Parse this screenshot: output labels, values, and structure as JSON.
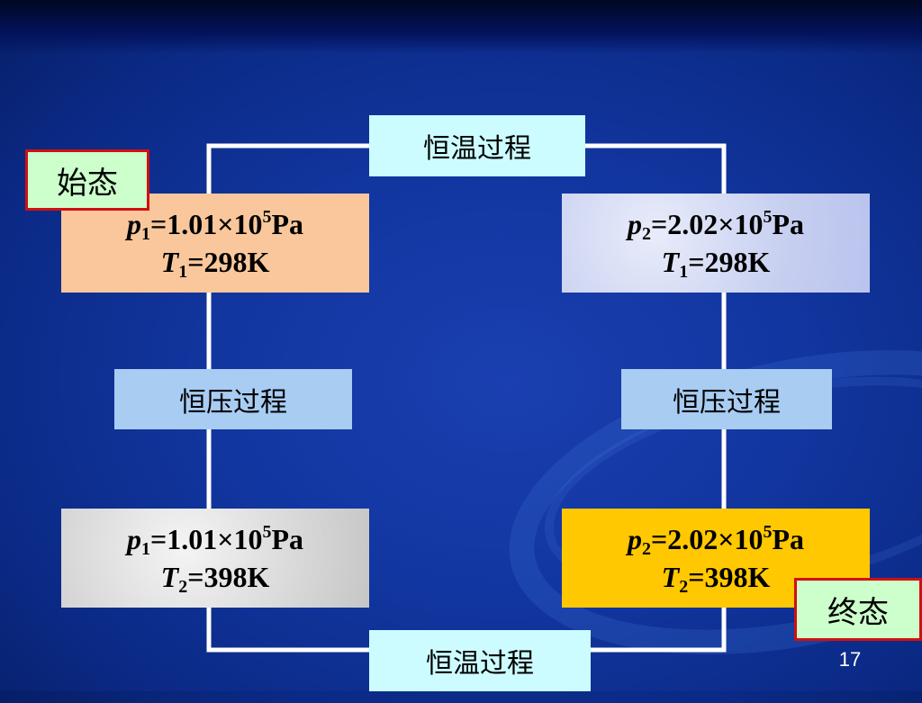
{
  "states": {
    "initial": {
      "p_var": "p",
      "p_sub": "1",
      "p_value": "=1.01×10",
      "p_exp": "5",
      "p_unit": "Pa",
      "t_var": "T",
      "t_sub": "1",
      "t_value": "=298K"
    },
    "after_isothermal": {
      "p_var": "p",
      "p_sub": "2",
      "p_value": "=2.02×10",
      "p_exp": "5",
      "p_unit": "Pa",
      "t_var": "T",
      "t_sub": "1",
      "t_value": "=298K"
    },
    "after_isobaric": {
      "p_var": "p",
      "p_sub": "1",
      "p_value": "=1.01×10",
      "p_exp": "5",
      "p_unit": "Pa",
      "t_var": "T",
      "t_sub": "2",
      "t_value": "=398K"
    },
    "final": {
      "p_var": "p",
      "p_sub": "2",
      "p_value": "=2.02×10",
      "p_exp": "5",
      "p_unit": "Pa",
      "t_var": "T",
      "t_sub": "2",
      "t_value": "=398K"
    }
  },
  "processes": {
    "top": "恒温过程",
    "bottom": "恒温过程",
    "left": "恒压过程",
    "right": "恒压过程"
  },
  "tags": {
    "initial": "始态",
    "final": "终态"
  },
  "page_number": "17",
  "colors": {
    "background": "#1236a0",
    "state_initial": "#f9c79b",
    "state_final": "#ffc800",
    "process_isothermal": "#ccfcff",
    "process_isobaric": "#a8ccf2",
    "tag_fill": "#ccffcc",
    "tag_border": "#d01010",
    "connector": "#ffffff"
  }
}
